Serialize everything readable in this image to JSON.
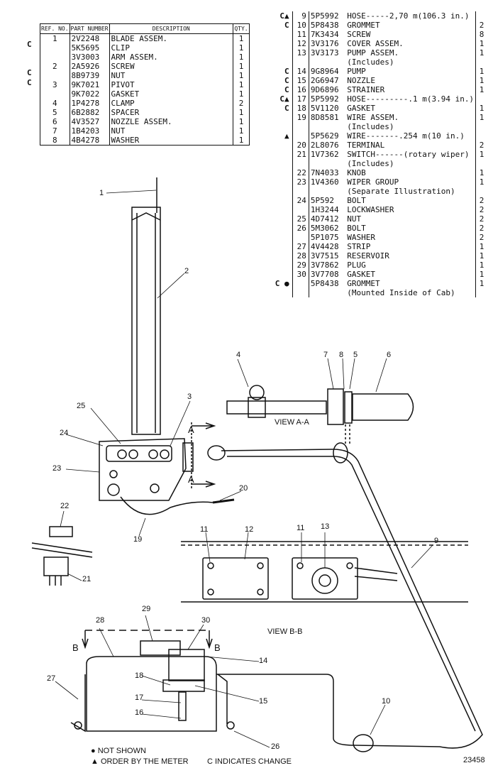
{
  "left_table": {
    "headers": {
      "ref": "REF. NO.",
      "part": "PART NUMBER",
      "desc": "DESCRIPTION",
      "qty": "QTY."
    },
    "rows": [
      {
        "mark": "C",
        "ref": "1",
        "part": "2V2248",
        "desc": "BLADE ASSEM.",
        "qty": "1"
      },
      {
        "mark": "",
        "ref": "",
        "part": "5K5695",
        "desc": "CLIP",
        "qty": "1"
      },
      {
        "mark": "",
        "ref": "",
        "part": "3V3003",
        "desc": "ARM ASSEM.",
        "qty": "1"
      },
      {
        "mark": "C",
        "ref": "2",
        "part": "2A5926",
        "desc": "SCREW",
        "qty": "1"
      },
      {
        "mark": "C",
        "ref": "",
        "part": "8B9739",
        "desc": "NUT",
        "qty": "1"
      },
      {
        "mark": "",
        "ref": "3",
        "part": "9K7021",
        "desc": "PIVOT",
        "qty": "1"
      },
      {
        "mark": "",
        "ref": "",
        "part": "9K7022",
        "desc": "GASKET",
        "qty": "1"
      },
      {
        "mark": "",
        "ref": "4",
        "part": "1P4278",
        "desc": "CLAMP",
        "qty": "2"
      },
      {
        "mark": "",
        "ref": "5",
        "part": "6B2882",
        "desc": "SPACER",
        "qty": "1"
      },
      {
        "mark": "",
        "ref": "6",
        "part": "4V3527",
        "desc": "NOZZLE ASSEM.",
        "qty": "1"
      },
      {
        "mark": "",
        "ref": "7",
        "part": "1B4203",
        "desc": "NUT",
        "qty": "1"
      },
      {
        "mark": "",
        "ref": "8",
        "part": "4B4278",
        "desc": "WASHER",
        "qty": "1"
      }
    ]
  },
  "right_table": {
    "rows": [
      {
        "mark": "C▲",
        "ref": "9",
        "part": "5P5992",
        "desc": "HOSE-----2,70 m(106.3 in.)",
        "qty": ""
      },
      {
        "mark": "C",
        "ref": "10",
        "part": "5P8438",
        "desc": "GROMMET",
        "qty": "2"
      },
      {
        "mark": "",
        "ref": "11",
        "part": "7K3434",
        "desc": "SCREW",
        "qty": "8"
      },
      {
        "mark": "",
        "ref": "12",
        "part": "3V3176",
        "desc": "COVER ASSEM.",
        "qty": "1"
      },
      {
        "mark": "",
        "ref": "13",
        "part": "3V3173",
        "desc": "PUMP ASSEM.",
        "qty": "1"
      },
      {
        "mark": "",
        "ref": "",
        "part": "",
        "desc": "(Includes)",
        "qty": ""
      },
      {
        "mark": "C",
        "ref": "14",
        "part": "9G8964",
        "desc": "PUMP",
        "qty": "1"
      },
      {
        "mark": "C",
        "ref": "15",
        "part": "2G6947",
        "desc": "NOZZLE",
        "qty": "1"
      },
      {
        "mark": "C",
        "ref": "16",
        "part": "9D6896",
        "desc": "STRAINER",
        "qty": "1"
      },
      {
        "mark": "C▲",
        "ref": "17",
        "part": "5P5992",
        "desc": "HOSE---------.1 m(3.94 in.)",
        "qty": ""
      },
      {
        "mark": "C",
        "ref": "18",
        "part": "5V1120",
        "desc": "GASKET",
        "qty": "1"
      },
      {
        "mark": "",
        "ref": "19",
        "part": "8D8581",
        "desc": "WIRE ASSEM.",
        "qty": "1"
      },
      {
        "mark": "",
        "ref": "",
        "part": "",
        "desc": "(Includes)",
        "qty": ""
      },
      {
        "mark": "▲",
        "ref": "",
        "part": "5P5629",
        "desc": "WIRE-------.254 m(10 in.)",
        "qty": ""
      },
      {
        "mark": "",
        "ref": "20",
        "part": "2L8076",
        "desc": "TERMINAL",
        "qty": "2"
      },
      {
        "mark": "",
        "ref": "21",
        "part": "1V7362",
        "desc": "SWITCH------(rotary wiper)",
        "qty": "1"
      },
      {
        "mark": "",
        "ref": "",
        "part": "",
        "desc": "(Includes)",
        "qty": ""
      },
      {
        "mark": "",
        "ref": "22",
        "part": "7N4033",
        "desc": "KNOB",
        "qty": "1"
      },
      {
        "mark": "",
        "ref": "23",
        "part": "1V4360",
        "desc": "WIPER GROUP",
        "qty": "1"
      },
      {
        "mark": "",
        "ref": "",
        "part": "",
        "desc": "(Separate Illustration)",
        "qty": ""
      },
      {
        "mark": "",
        "ref": "24",
        "part": "5P592",
        "desc": "BOLT",
        "qty": "2"
      },
      {
        "mark": "",
        "ref": "",
        "part": "1H3244",
        "desc": "LOCKWASHER",
        "qty": "2"
      },
      {
        "mark": "",
        "ref": "25",
        "part": "4D7412",
        "desc": "NUT",
        "qty": "2"
      },
      {
        "mark": "",
        "ref": "26",
        "part": "5M3062",
        "desc": "BOLT",
        "qty": "2"
      },
      {
        "mark": "",
        "ref": "",
        "part": "5P1075",
        "desc": "WASHER",
        "qty": "2"
      },
      {
        "mark": "",
        "ref": "27",
        "part": "4V4428",
        "desc": "STRIP",
        "qty": "1"
      },
      {
        "mark": "",
        "ref": "28",
        "part": "3V7515",
        "desc": "RESERVOIR",
        "qty": "1"
      },
      {
        "mark": "",
        "ref": "29",
        "part": "3V7862",
        "desc": "PLUG",
        "qty": "1"
      },
      {
        "mark": "",
        "ref": "30",
        "part": "3V7708",
        "desc": "GASKET",
        "qty": "1"
      },
      {
        "mark": "C ●",
        "ref": "",
        "part": "5P8438",
        "desc": "GROMMET",
        "qty": "1"
      },
      {
        "mark": "",
        "ref": "",
        "part": "",
        "desc": "(Mounted Inside of Cab)",
        "qty": ""
      }
    ]
  },
  "views": {
    "a": "VIEW A-A",
    "b": "VIEW B-B"
  },
  "section_letters": {
    "a": "A",
    "b": "B"
  },
  "callouts": [
    "1",
    "2",
    "3",
    "4",
    "5",
    "6",
    "7",
    "8",
    "9",
    "10",
    "11",
    "12",
    "13",
    "14",
    "15",
    "16",
    "17",
    "18",
    "19",
    "20",
    "21",
    "22",
    "23",
    "24",
    "25",
    "26",
    "27",
    "28",
    "29",
    "30"
  ],
  "legend": {
    "not_shown": "● NOT SHOWN",
    "by_meter": "▲ ORDER BY THE METER",
    "change": "C INDICATES CHANGE"
  },
  "figure_number": "23458"
}
